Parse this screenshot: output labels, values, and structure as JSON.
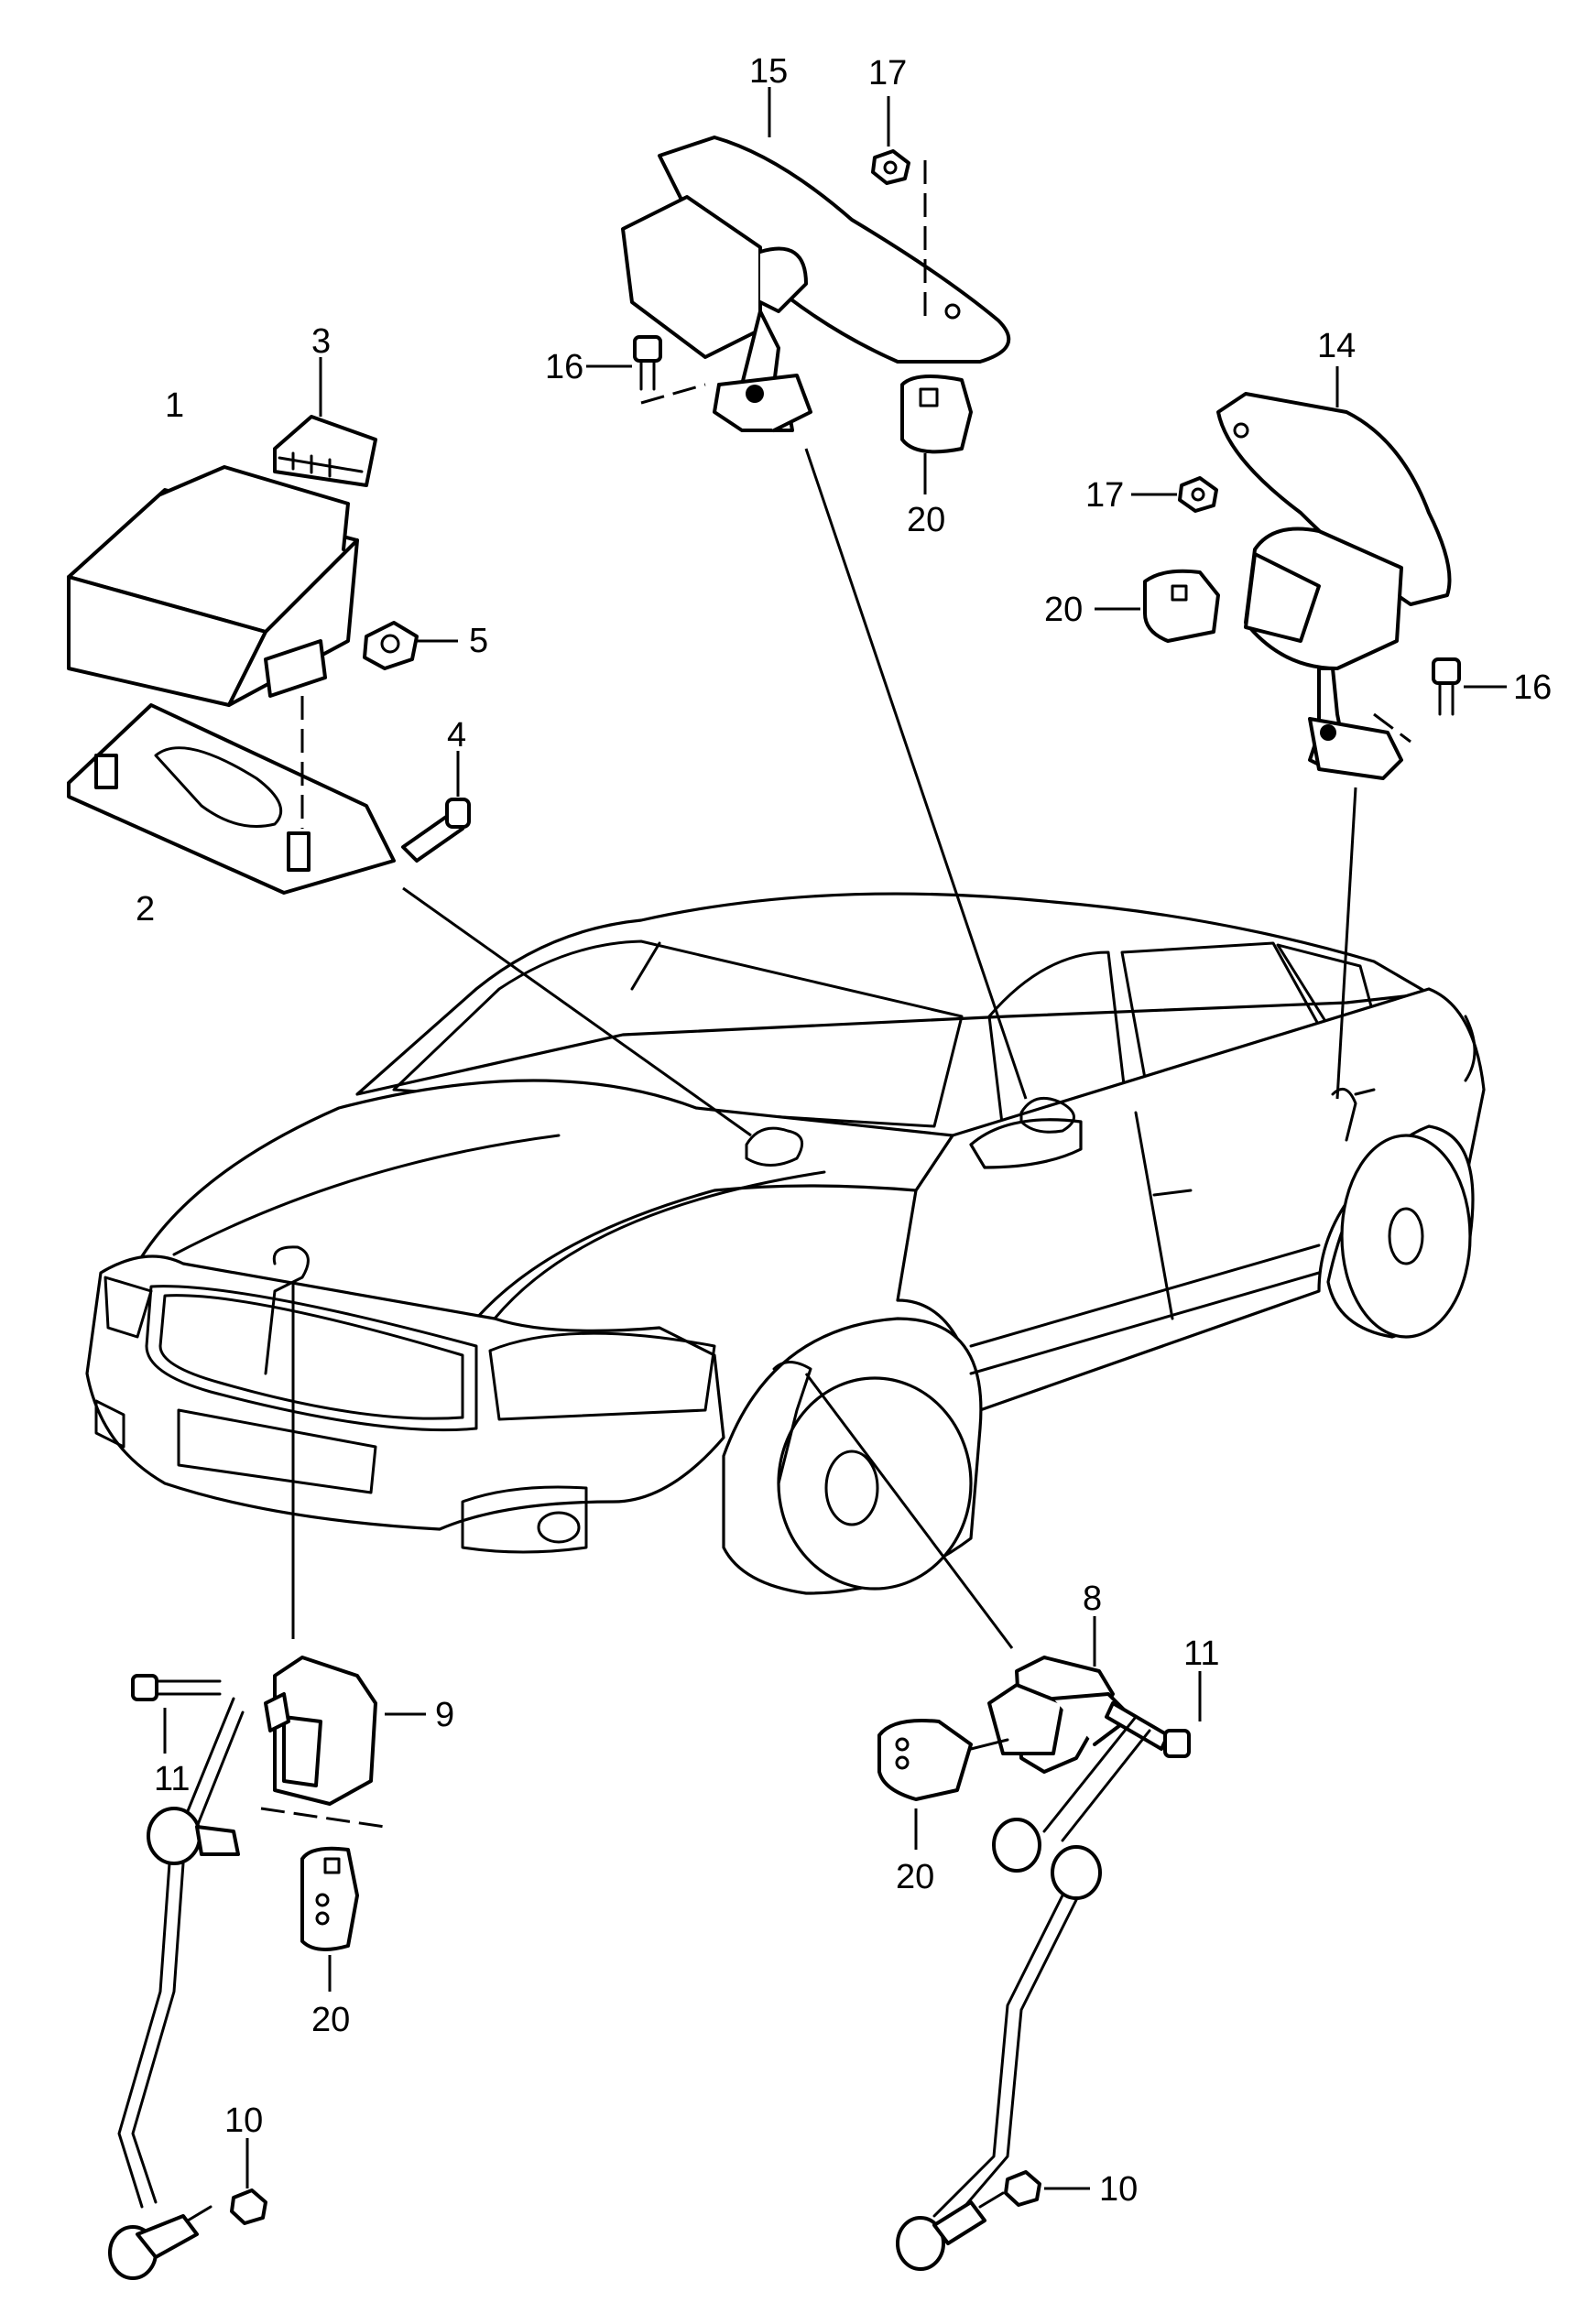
{
  "callouts": {
    "c1": "1",
    "c2": "2",
    "c3": "3",
    "c4": "4",
    "c5": "5",
    "c8": "8",
    "c9": "9",
    "c10_left": "10",
    "c10_right": "10",
    "c11_left": "11",
    "c11_right": "11",
    "c14": "14",
    "c15": "15",
    "c16_top": "16",
    "c16_right": "16",
    "c17_top": "17",
    "c17_right": "17",
    "c20_top": "20",
    "c20_right": "20",
    "c20_left": "20",
    "c20_bottom": "20"
  }
}
